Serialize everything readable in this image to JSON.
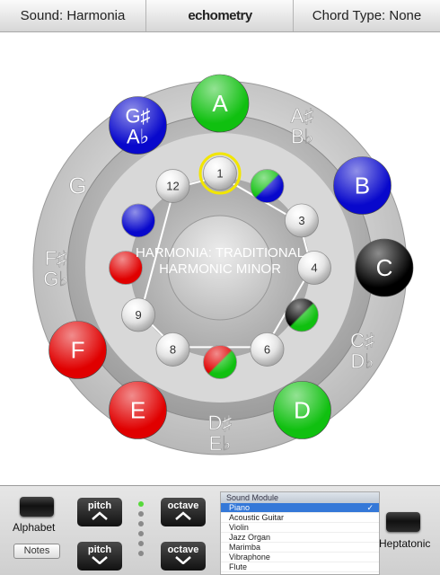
{
  "topbar": {
    "sound": "Sound: Harmonia",
    "logo": "echometry",
    "chord_type": "Chord Type: None"
  },
  "wheel": {
    "scale_title_line1": "HARMONIA: TRADITIONAL",
    "scale_title_line2": "HARMONIC MINOR",
    "outer_notes": [
      {
        "id": "a",
        "top": "A",
        "bottom": "",
        "color": "#10c010",
        "filled": true
      },
      {
        "id": "a-sharp",
        "top": "A♯",
        "bottom": "B♭",
        "color": "",
        "filled": false
      },
      {
        "id": "b",
        "top": "B",
        "bottom": "",
        "color": "#0808cc",
        "filled": true
      },
      {
        "id": "c",
        "top": "C",
        "bottom": "",
        "color": "#000000",
        "filled": true
      },
      {
        "id": "c-sharp",
        "top": "C♯",
        "bottom": "D♭",
        "color": "",
        "filled": false
      },
      {
        "id": "d",
        "top": "D",
        "bottom": "",
        "color": "#10c010",
        "filled": true
      },
      {
        "id": "d-sharp",
        "top": "D♯",
        "bottom": "E♭",
        "color": "",
        "filled": false
      },
      {
        "id": "e",
        "top": "E",
        "bottom": "",
        "color": "#e00000",
        "filled": true
      },
      {
        "id": "f",
        "top": "F",
        "bottom": "",
        "color": "#e00000",
        "filled": true
      },
      {
        "id": "f-sharp",
        "top": "F♯",
        "bottom": "G♭",
        "color": "",
        "filled": false
      },
      {
        "id": "g",
        "top": "G",
        "bottom": "",
        "color": "",
        "filled": false
      },
      {
        "id": "g-sharp",
        "top": "G♯",
        "bottom": "A♭",
        "color": "#0808cc",
        "filled": true
      }
    ],
    "inner_nodes": [
      {
        "label": "1",
        "fill": "silver",
        "highlighted": true
      },
      {
        "label": "",
        "fill": "green-blue"
      },
      {
        "label": "3",
        "fill": "silver"
      },
      {
        "label": "4",
        "fill": "silver"
      },
      {
        "label": "",
        "fill": "black-green"
      },
      {
        "label": "6",
        "fill": "silver"
      },
      {
        "label": "",
        "fill": "red-green"
      },
      {
        "label": "8",
        "fill": "silver"
      },
      {
        "label": "9",
        "fill": "silver"
      },
      {
        "label": "",
        "fill": "red"
      },
      {
        "label": "",
        "fill": "blue"
      },
      {
        "label": "12",
        "fill": "silver"
      }
    ],
    "polygon_degrees": [
      1,
      3,
      4,
      6,
      8,
      9,
      12
    ]
  },
  "controls": {
    "alphabet_label": "Alphabet",
    "notes_label": "Notes",
    "pitch_label": "pitch",
    "octave_label": "octave",
    "heptatonic_label": "Heptatonic",
    "indicator_lights": [
      true,
      false,
      false,
      false,
      false,
      false
    ]
  },
  "sound_module": {
    "header": "Sound Module",
    "items": [
      "Piano",
      "Acoustic Guitar",
      "Violin",
      "Jazz Organ",
      "Marimba",
      "Vibraphone",
      "Flute"
    ],
    "selected": "Piano",
    "check_glyph": "✓"
  }
}
